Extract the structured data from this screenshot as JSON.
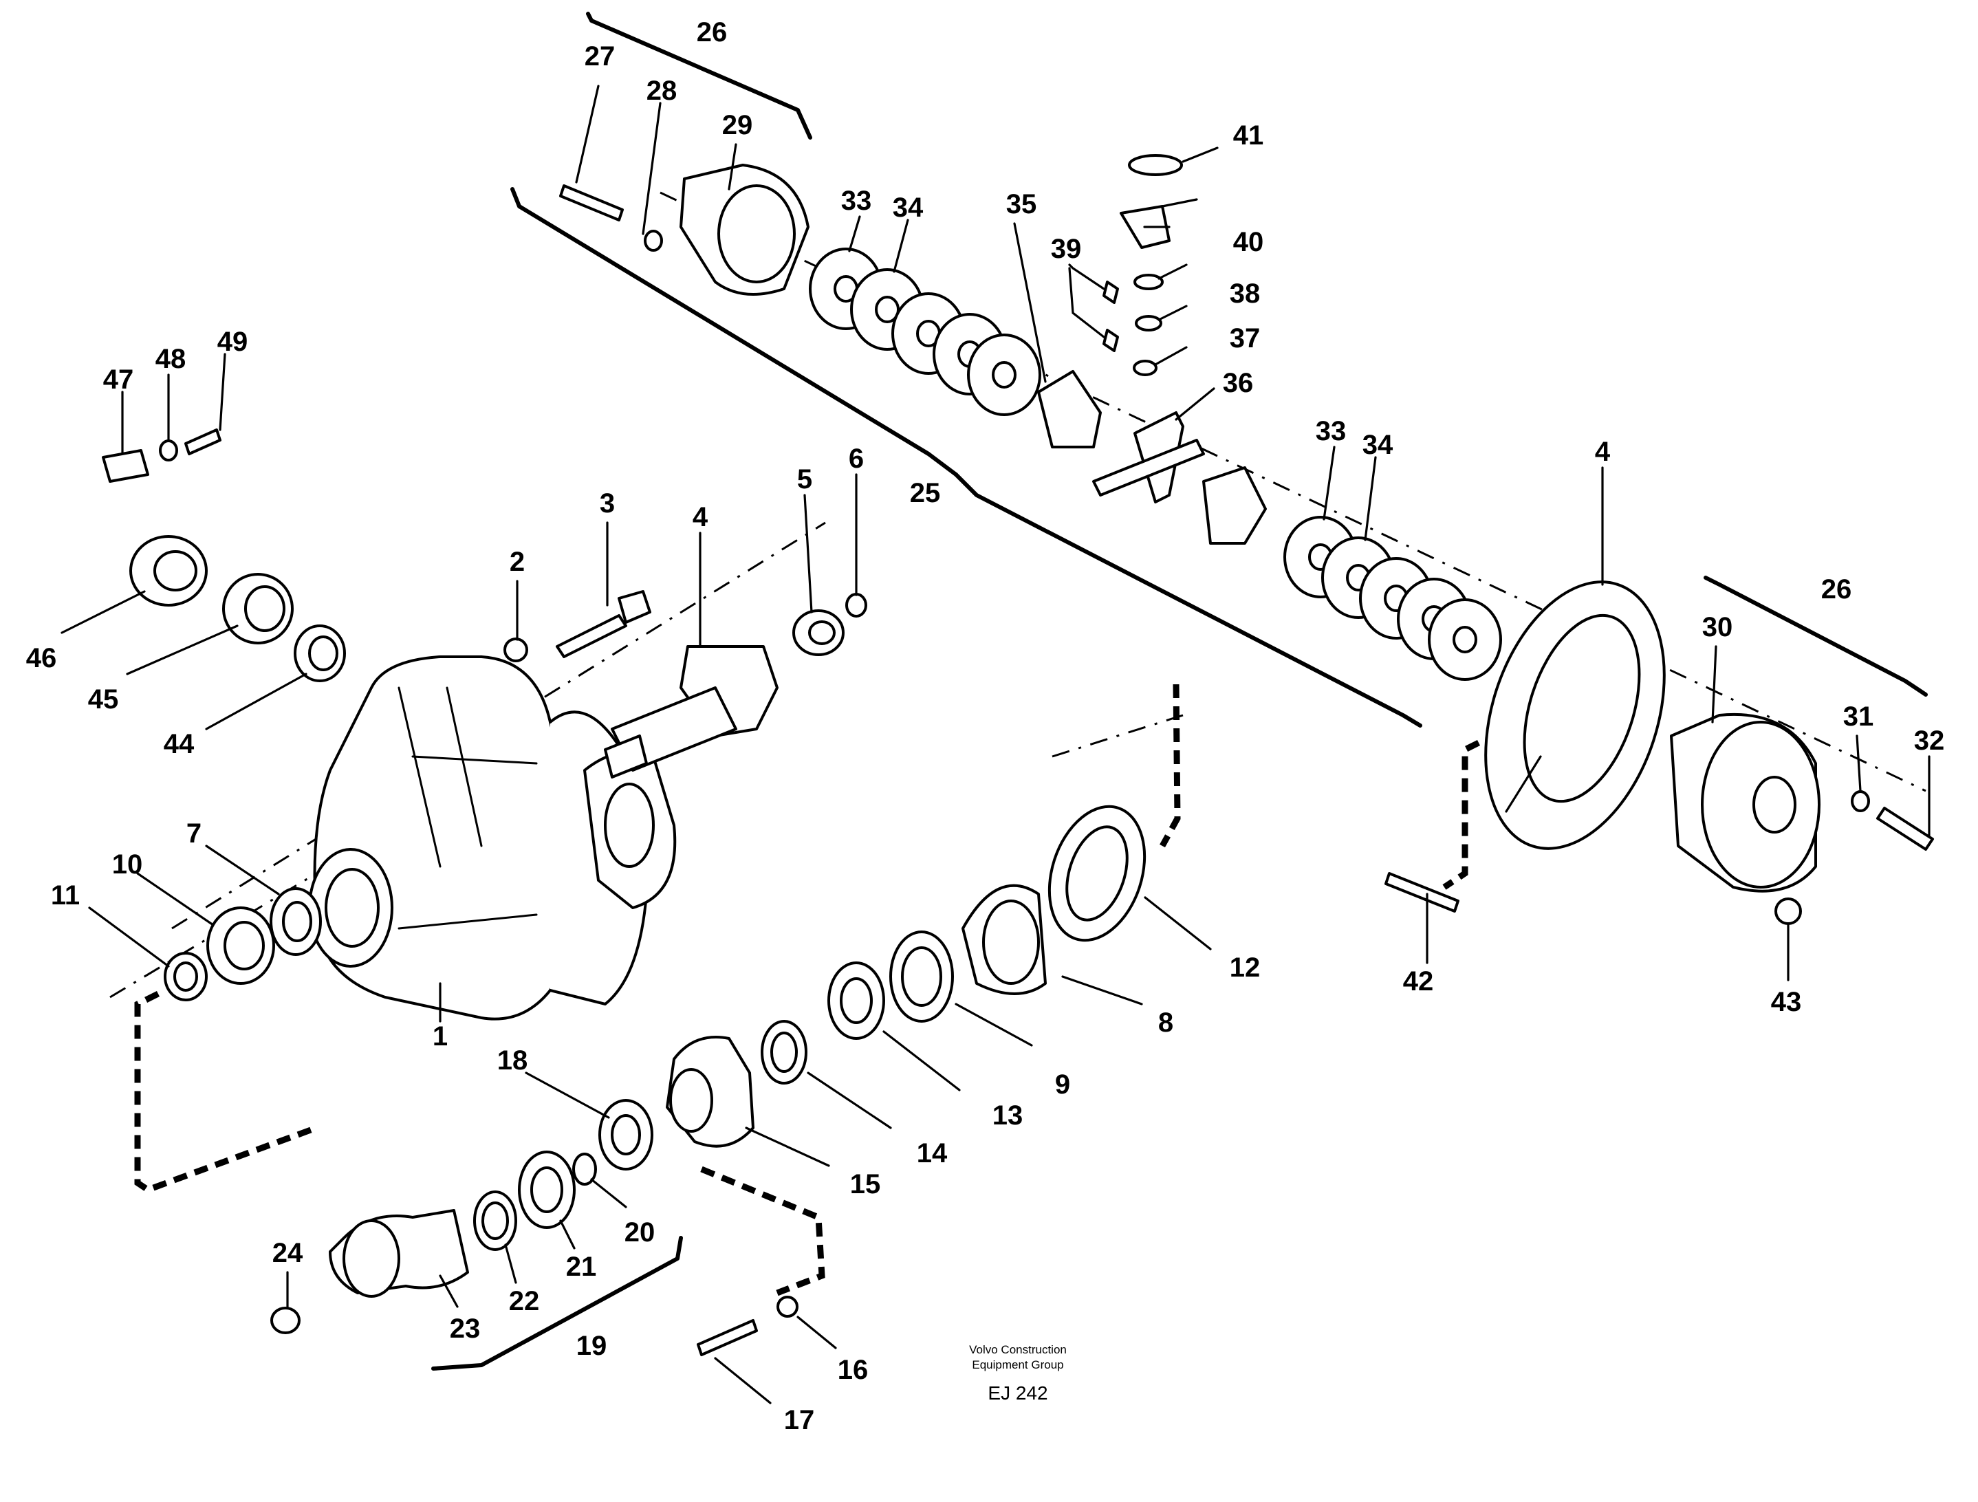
{
  "drawing": {
    "caption_line1": "Volvo Construction",
    "caption_line2": "Equipment Group",
    "code": "EJ 242"
  },
  "callouts": {
    "c1": "1",
    "c2": "2",
    "c3": "3",
    "c4": "4",
    "c4b": "4",
    "c5": "5",
    "c6": "6",
    "c7": "7",
    "c8": "8",
    "c9": "9",
    "c10": "10",
    "c11": "11",
    "c12": "12",
    "c13": "13",
    "c14": "14",
    "c15": "15",
    "c16": "16",
    "c17": "17",
    "c18": "18",
    "c19": "19",
    "c20": "20",
    "c21": "21",
    "c22": "22",
    "c23": "23",
    "c24": "24",
    "c25": "25",
    "c26": "26",
    "c26b": "26",
    "c27": "27",
    "c28": "28",
    "c29": "29",
    "c30": "30",
    "c31": "31",
    "c32": "32",
    "c33": "33",
    "c33b": "33",
    "c34": "34",
    "c34b": "34",
    "c35": "35",
    "c36": "36",
    "c37": "37",
    "c38": "38",
    "c39": "39",
    "c40": "40",
    "c41": "41",
    "c42": "42",
    "c43": "43",
    "c44": "44",
    "c45": "45",
    "c46": "46",
    "c47": "47",
    "c48": "48",
    "c49": "49"
  }
}
